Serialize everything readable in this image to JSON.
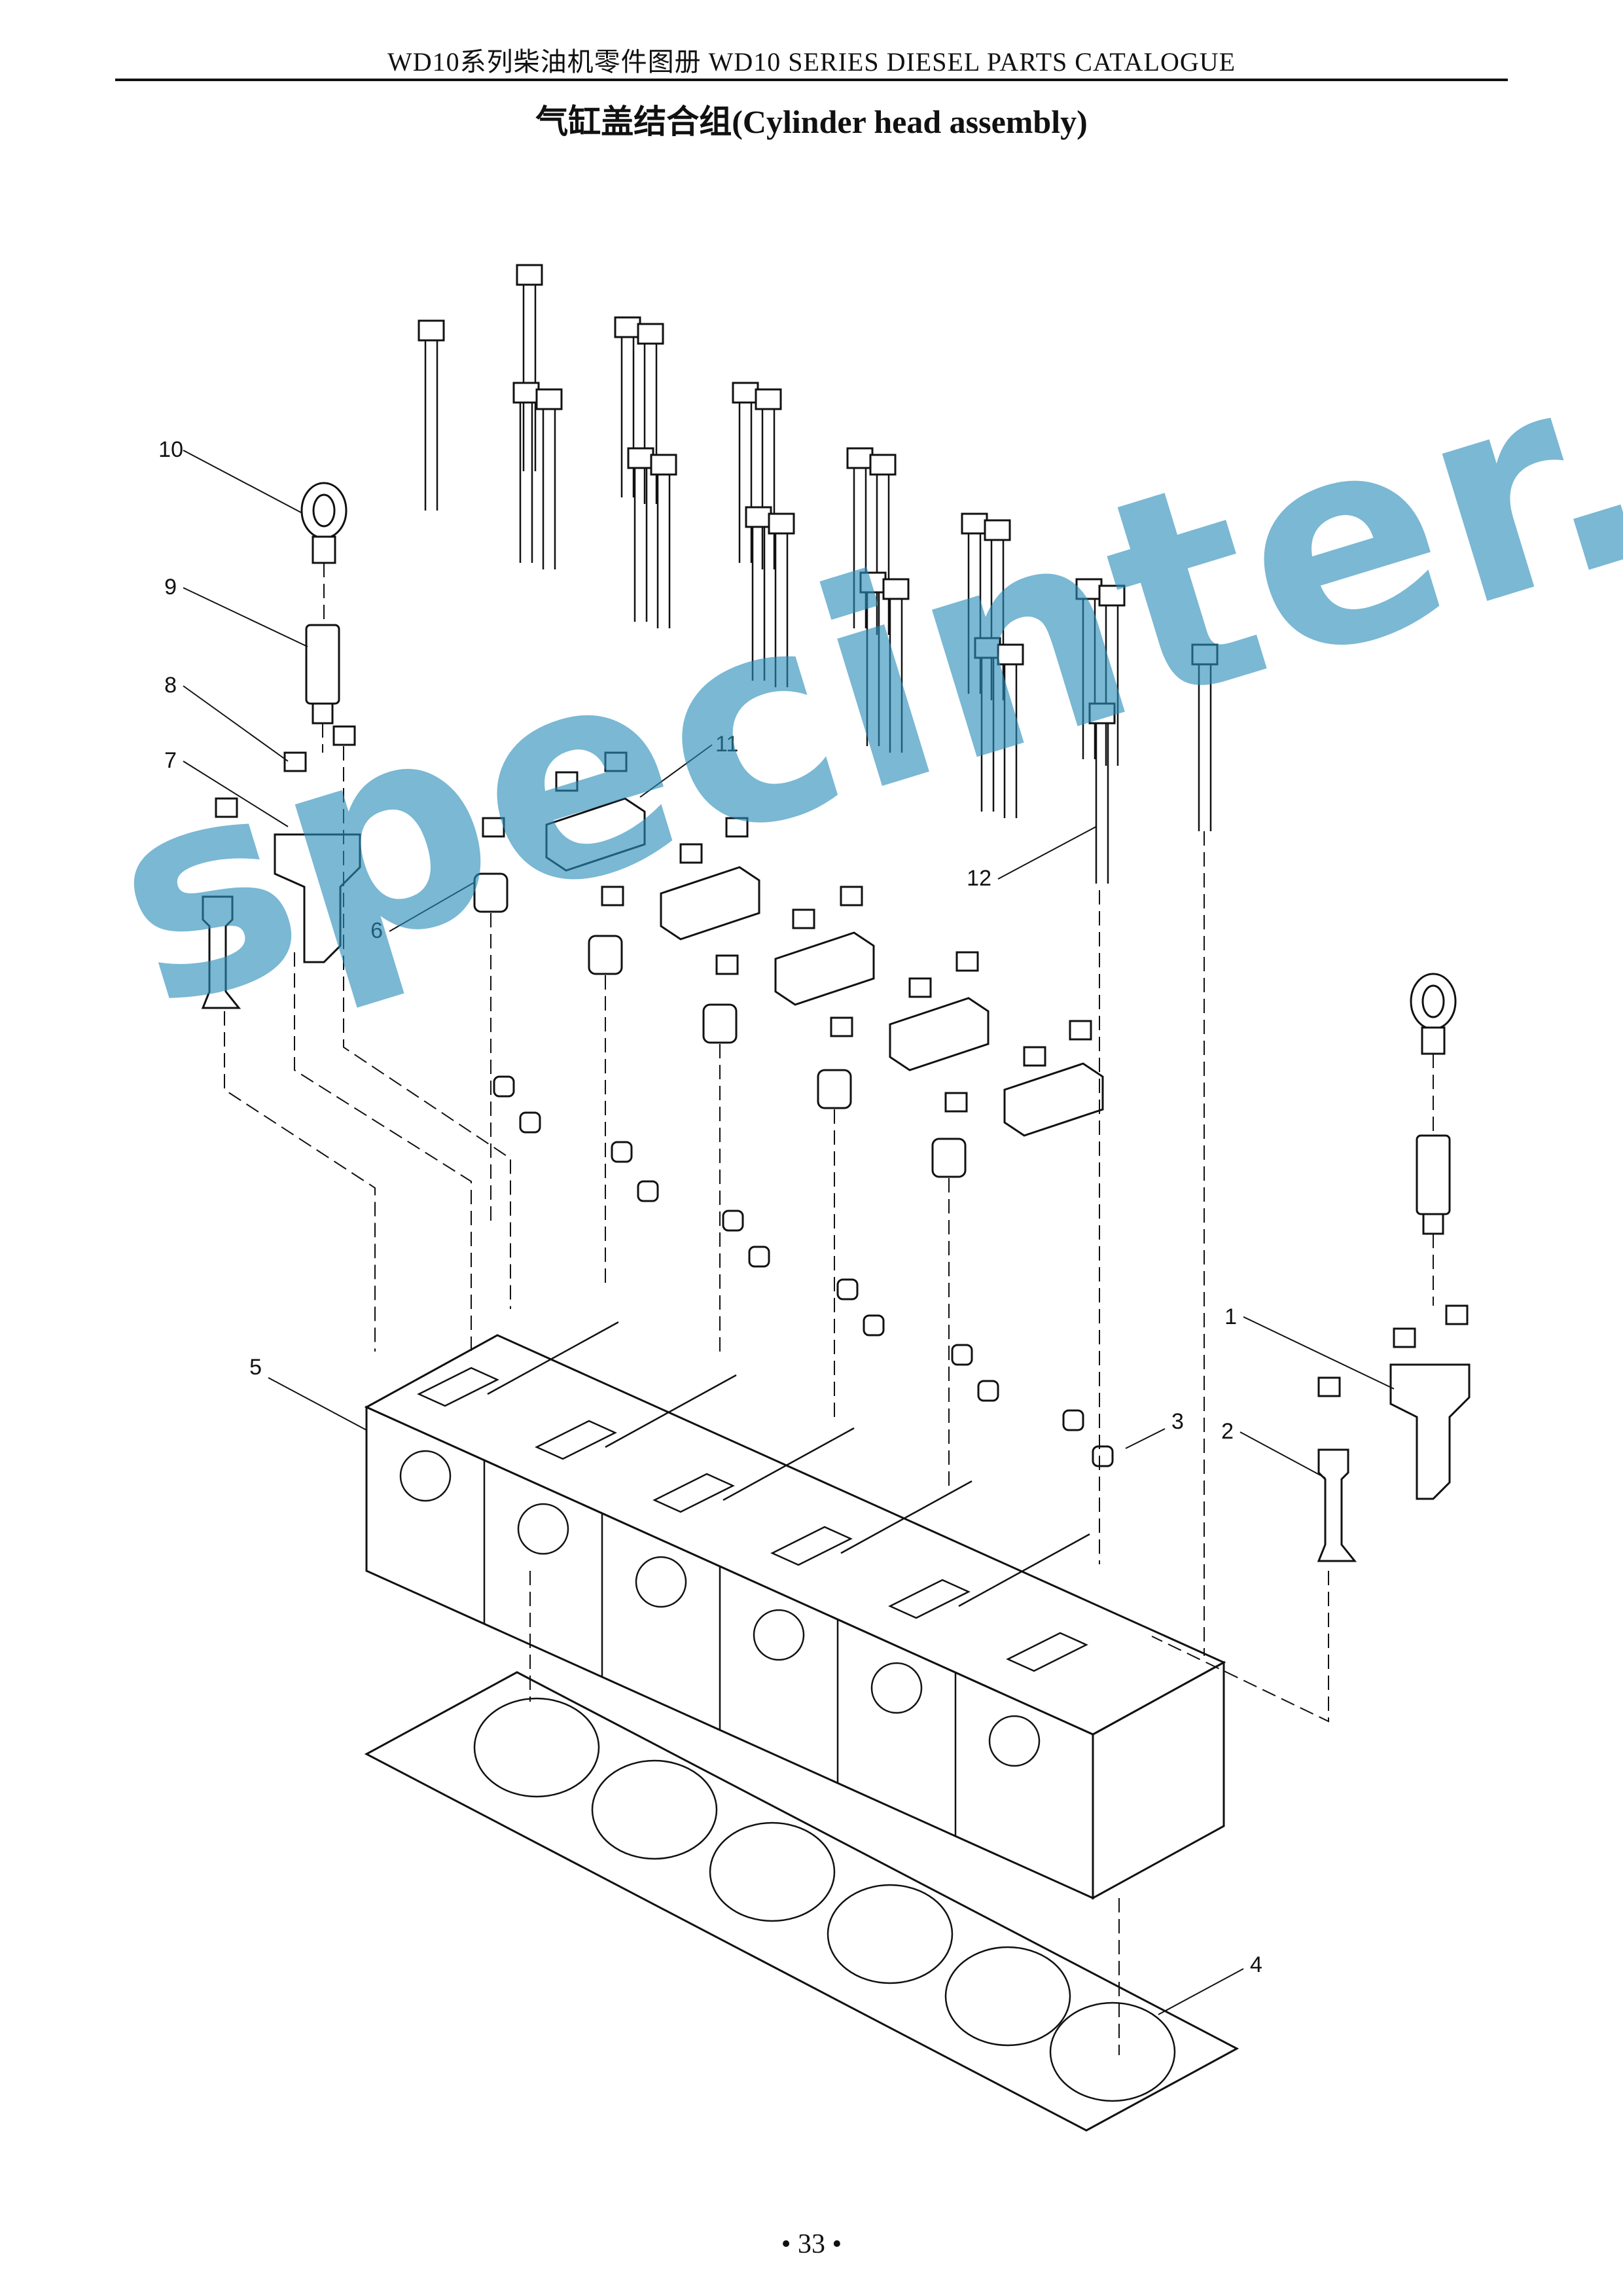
{
  "header": {
    "running_title": "WD10系列柴油机零件图册 WD10 SERIES DIESEL PARTS CATALOGUE",
    "page_title": "气缸盖结合组(Cylinder head assembly)"
  },
  "diagram": {
    "callouts": [
      "1",
      "2",
      "3",
      "4",
      "5",
      "6",
      "7",
      "8",
      "9",
      "10",
      "11",
      "12"
    ]
  },
  "watermark": "specinter.ru",
  "footer": {
    "page_number": "• 33 •"
  }
}
